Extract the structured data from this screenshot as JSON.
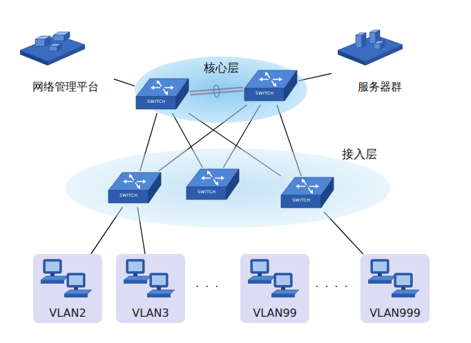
{
  "diagram": {
    "nodes": [
      {
        "text": [
          "网络管理平台"
        ]
      },
      {
        "text": [
          "核心层"
        ]
      },
      {
        "text": [
          "SWITCH"
        ],
        "in": 1
      },
      {
        "text": [
          "SWITCH"
        ],
        "in": 1
      },
      {
        "text": [
          "服务器群"
        ]
      },
      {
        "text": [
          "接入层"
        ]
      },
      {
        "text": [
          "SWITCH"
        ],
        "in": 5
      },
      {
        "text": [
          "SWITCH"
        ],
        "in": 5
      },
      {
        "text": [
          "SWITCH"
        ],
        "in": 5
      },
      {
        "text": [
          "VLAN2"
        ]
      },
      {
        "text": [
          "VLAN3"
        ]
      },
      {
        "text": [
          "VLAN99"
        ]
      },
      {
        "text": [
          "VLAN999"
        ]
      }
    ],
    "edges": [
      {
        "from": 0,
        "to": 2,
        "arrow": "none"
      },
      {
        "from": 4,
        "to": 3,
        "arrow": "none"
      },
      {
        "from": 2,
        "to": 3,
        "arrow": "none"
      },
      {
        "from": 2,
        "to": 6,
        "arrow": "none"
      },
      {
        "from": 2,
        "to": 7,
        "arrow": "none"
      },
      {
        "from": 2,
        "to": 8,
        "arrow": "none"
      },
      {
        "from": 3,
        "to": 6,
        "arrow": "none"
      },
      {
        "from": 3,
        "to": 7,
        "arrow": "none"
      },
      {
        "from": 3,
        "to": 8,
        "arrow": "none"
      },
      {
        "from": 6,
        "to": 9,
        "arrow": "none"
      },
      {
        "from": 6,
        "to": 10,
        "arrow": "none"
      },
      {
        "from": 8,
        "to": 12,
        "arrow": "none"
      }
    ],
    "labels": [
      "· · ·",
      "· · · ·"
    ]
  }
}
